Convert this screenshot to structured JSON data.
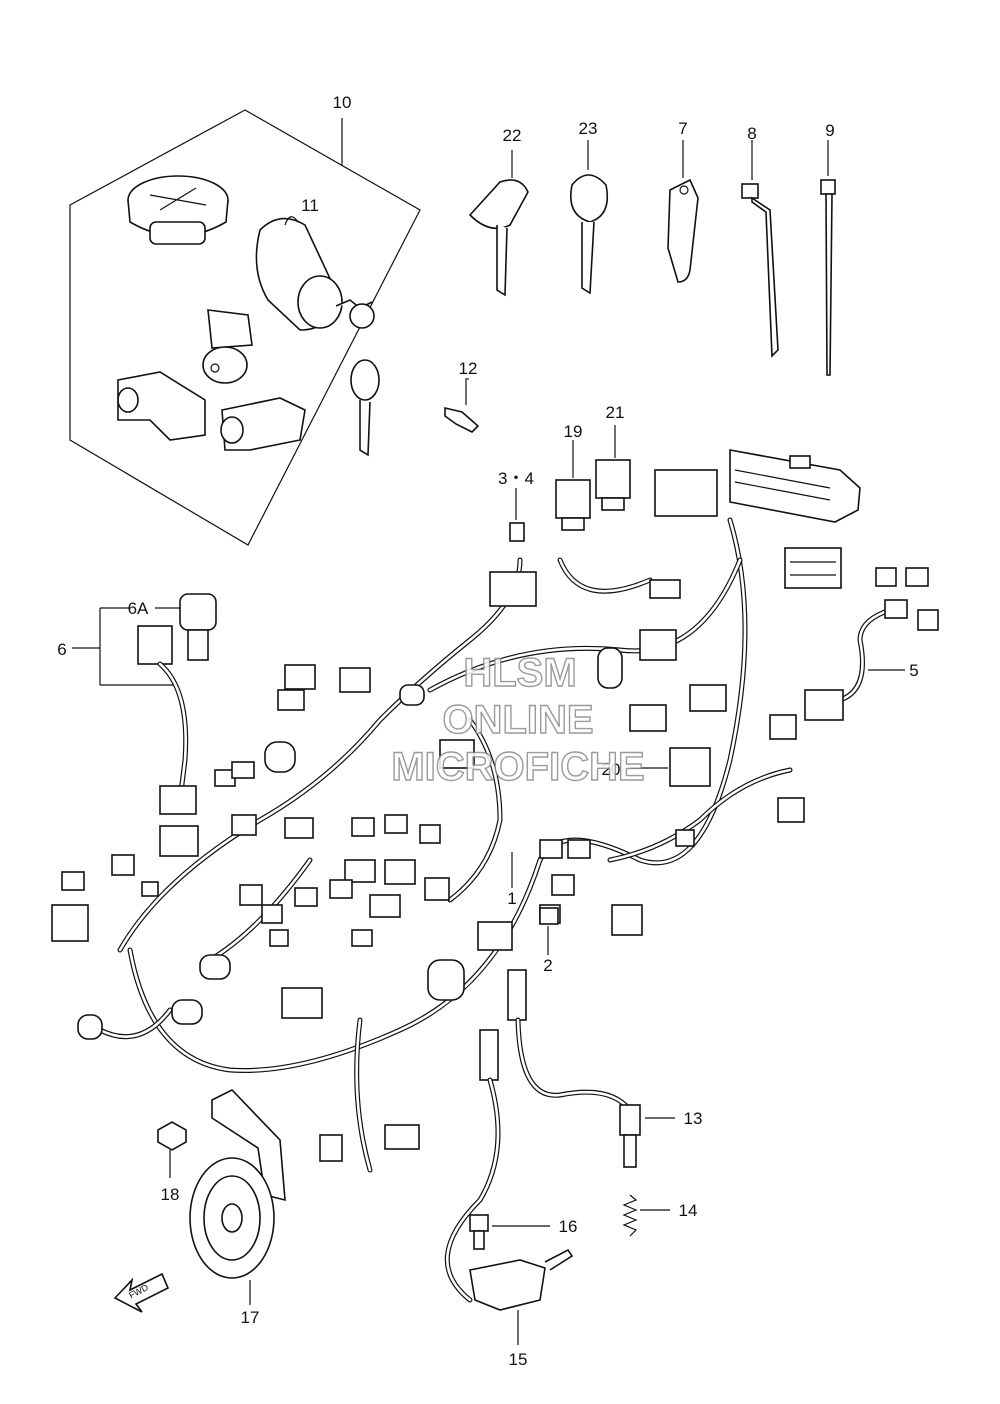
{
  "labels": {
    "p1": "1",
    "p2": "2",
    "p3_4": "3・4",
    "p5": "5",
    "p6": "6",
    "p6a": "6A",
    "p7": "7",
    "p8": "8",
    "p9": "9",
    "p10": "10",
    "p11": "11",
    "p12": "12",
    "p13": "13",
    "p14": "14",
    "p15": "15",
    "p16": "16",
    "p17": "17",
    "p18": "18",
    "p19": "19",
    "p20": "20",
    "p21": "21",
    "p22": "22",
    "p23": "23",
    "fwd": "FWD"
  },
  "watermark": {
    "line1": "HLSM",
    "line2": "ONLINE",
    "line3": "MICROFICHE"
  }
}
